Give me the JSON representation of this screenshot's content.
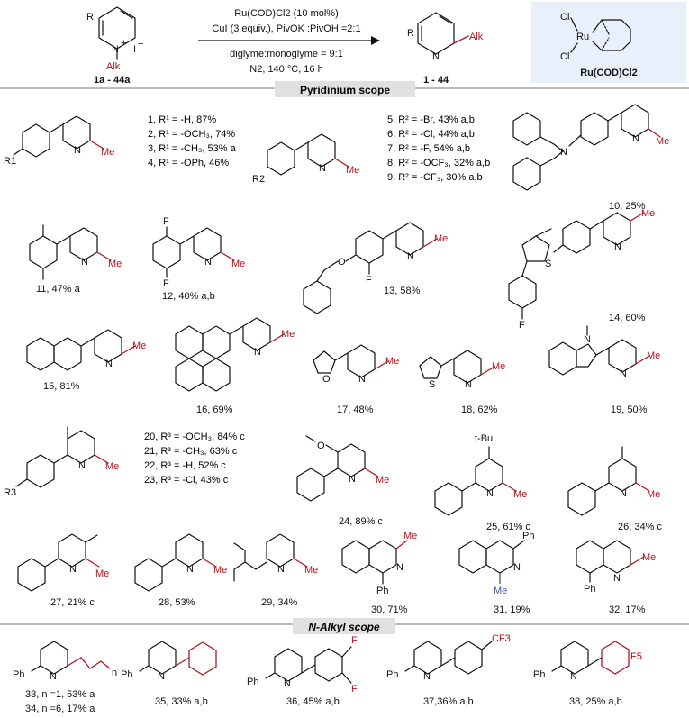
{
  "header": {
    "reactant_R": "R",
    "reactant_N": "N",
    "reactant_plus": "+",
    "reactant_I": "I",
    "reactant_minus": "−",
    "reactant_Alk": "Alk",
    "reactant_label": "1a - 44a",
    "cond1": "Ru(COD)Cl2 (10 mol%)",
    "cond2": "CuI (3 equiv.), PivOK :PivOH =2:1",
    "cond3": "diglyme:monoglyme = 9:1",
    "cond4": "N2, 140 °C, 16 h",
    "product_R": "R",
    "product_N": "N",
    "product_Alk": "Alk",
    "product_label": "1 - 44",
    "catalyst_name": "Ru(COD)Cl2",
    "cat_Cl1": "Cl",
    "cat_Ru": "Ru",
    "cat_Cl2": "Cl"
  },
  "sections": {
    "pyridinium": "Pyridinium scope",
    "nalkyl": "N-Alkyl scope"
  },
  "substituent_lists": {
    "list_1_4": [
      "1, R¹ = -H, 87%",
      "2, R¹ = -OCH₃, 74%",
      "3, R¹ = -CH₃, 53% a",
      "4, R¹ = -OPh, 46%"
    ],
    "list_5_9": [
      "5, R² = -Br, 43% a,b",
      "6, R² = -Cl, 44% a,b",
      "7, R² = -F, 54% a,b",
      "8, R² = -OCF₃, 32% a,b",
      "9, R² = -CF₃, 30% a,b"
    ],
    "list_20_23": [
      "20, R³ = -OCH₃, 84% c",
      "21, R³ = -CH₃, 63% c",
      "22, R³ = -H, 52% c",
      "23, R³ = -Cl, 43% c"
    ]
  },
  "compounds": [
    {
      "id": "10",
      "label": "10, 25%"
    },
    {
      "id": "11",
      "label": "11, 47% a"
    },
    {
      "id": "12",
      "label": "12, 40% a,b"
    },
    {
      "id": "13",
      "label": "13, 58%"
    },
    {
      "id": "14",
      "label": "14, 60%"
    },
    {
      "id": "15",
      "label": "15, 81%"
    },
    {
      "id": "16",
      "label": "16, 69%"
    },
    {
      "id": "17",
      "label": "17, 48%"
    },
    {
      "id": "18",
      "label": "18, 62%"
    },
    {
      "id": "19",
      "label": "19, 50%"
    },
    {
      "id": "24",
      "label": "24, 89% c"
    },
    {
      "id": "25",
      "label": "25, 61% c"
    },
    {
      "id": "26",
      "label": "26, 34% c"
    },
    {
      "id": "27",
      "label": "27, 21% c"
    },
    {
      "id": "28",
      "label": "28, 53%"
    },
    {
      "id": "29",
      "label": "29, 34%"
    },
    {
      "id": "30",
      "label": "30, 71%"
    },
    {
      "id": "31",
      "label": "31, 19%"
    },
    {
      "id": "32",
      "label": "32, 17%"
    },
    {
      "id": "33",
      "label": "33, n =1, 53% a"
    },
    {
      "id": "34",
      "label": "34, n =6, 17% a"
    },
    {
      "id": "35",
      "label": "35, 33% a,b"
    },
    {
      "id": "36",
      "label": "36, 45% a,b"
    },
    {
      "id": "37",
      "label": "37,36% a,b"
    },
    {
      "id": "38",
      "label": "38, 25% a,b"
    }
  ],
  "atom_labels": {
    "me": "Me",
    "n": "N",
    "f": "F",
    "o": "O",
    "s": "S",
    "ph": "Ph",
    "tbu": "t-Bu",
    "r1": "R1",
    "r2": "R2",
    "r3": "R3",
    "cf3": "CF3",
    "f5": "F5",
    "n_sub": "n"
  },
  "colors": {
    "alkyl_red": "#b0161f",
    "catalyst_box": "#e8f0fb",
    "section_band": "#e0e0e0"
  }
}
